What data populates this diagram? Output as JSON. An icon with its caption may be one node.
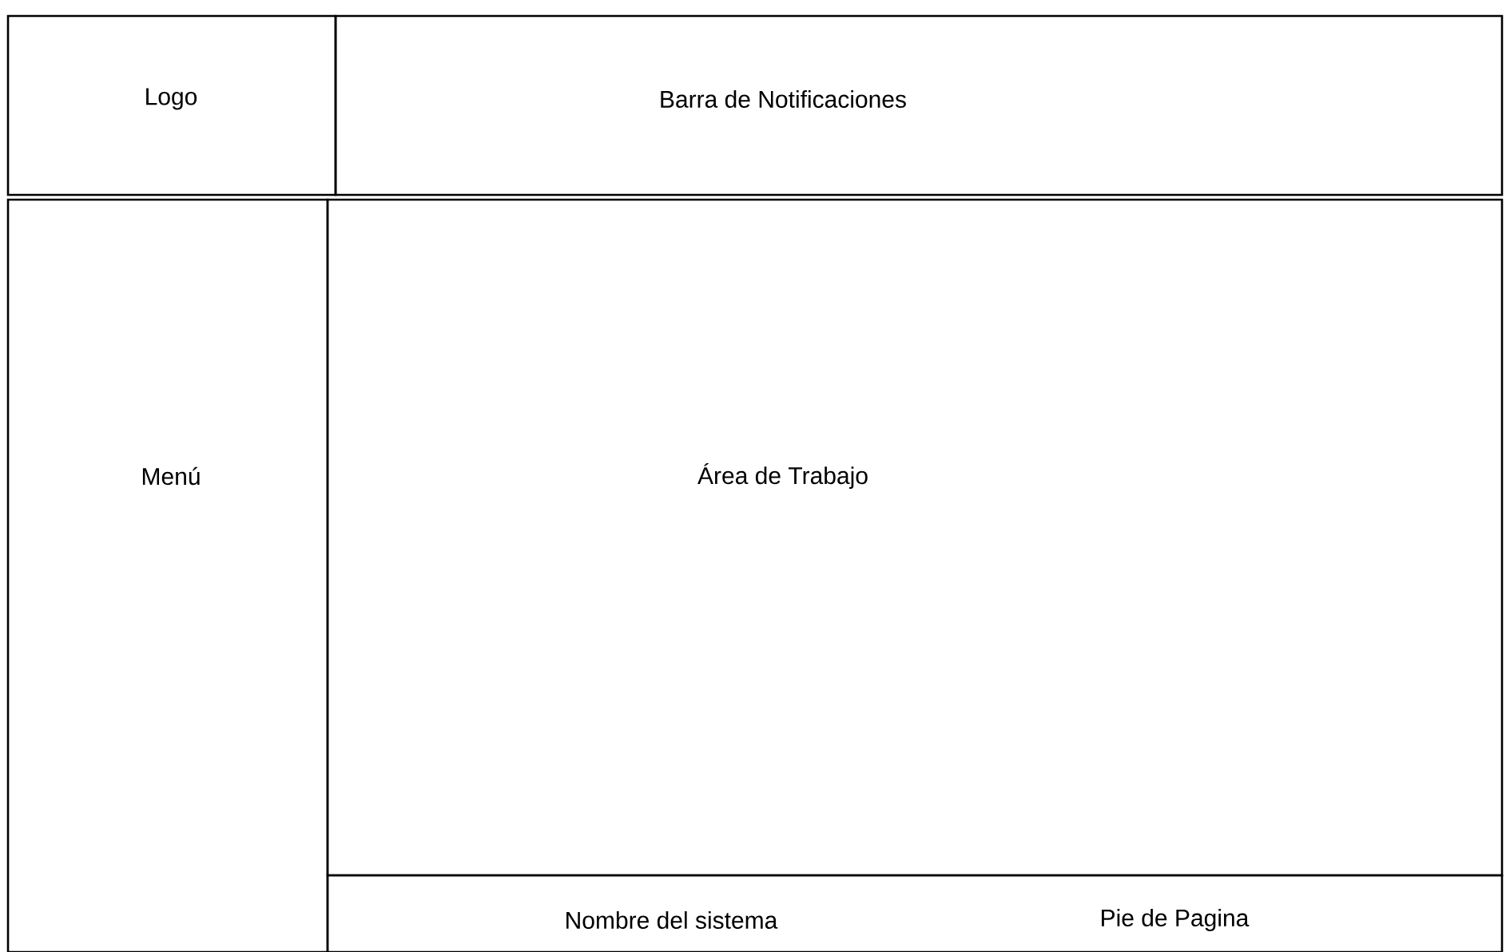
{
  "diagram": {
    "nodes": [
      {
        "text": [
          "Logo"
        ]
      },
      {
        "text": [
          "Barra de Notificaciones"
        ]
      },
      {
        "text": [
          "Menú"
        ]
      },
      {
        "text": [
          "Área de Trabajo"
        ]
      },
      {
        "text": [
          "Nombre del sistema",
          "Pie de Pagina"
        ]
      }
    ]
  }
}
